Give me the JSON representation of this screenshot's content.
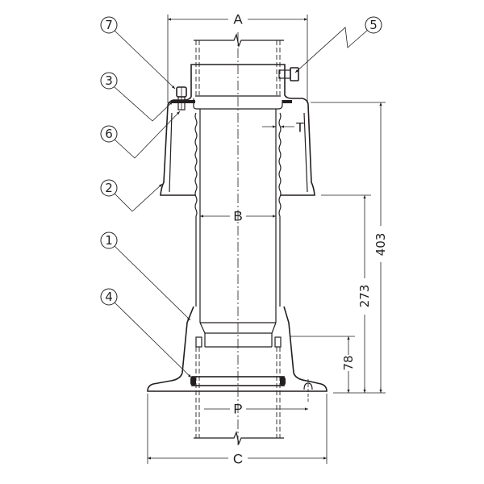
{
  "callouts": {
    "c1": "1",
    "c2": "2",
    "c3": "3",
    "c4": "4",
    "c5": "5",
    "c6": "6",
    "c7": "7"
  },
  "dimensions": {
    "A": "A",
    "B": "B",
    "C": "C",
    "P": "P",
    "T": "T",
    "h403": "403",
    "h273": "273",
    "h78": "78"
  },
  "colors": {
    "line": "#231f20",
    "background": "#ffffff"
  }
}
